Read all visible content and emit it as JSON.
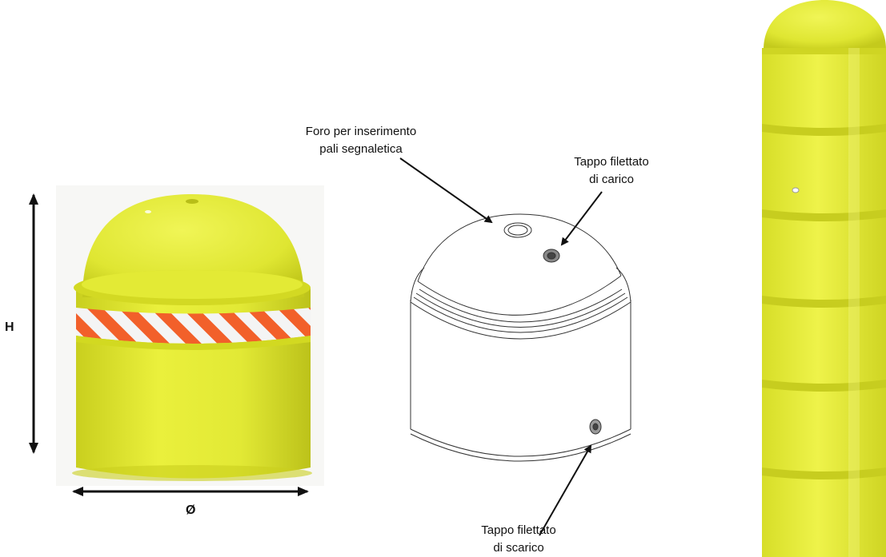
{
  "dimensions": {
    "height_label": "H",
    "diameter_label": "Ø"
  },
  "callouts": {
    "hole": [
      "Foro per inserimento",
      "pali segnaletica"
    ],
    "fill_cap": [
      "Tappo filettato",
      "di carico"
    ],
    "drain_cap": [
      "Tappo filettato",
      "di scarico"
    ]
  },
  "colors": {
    "body_yellow": "#e5ec36",
    "band_orange": "#f2602a",
    "band_white": "#f4f4f4",
    "line": "#111111"
  }
}
